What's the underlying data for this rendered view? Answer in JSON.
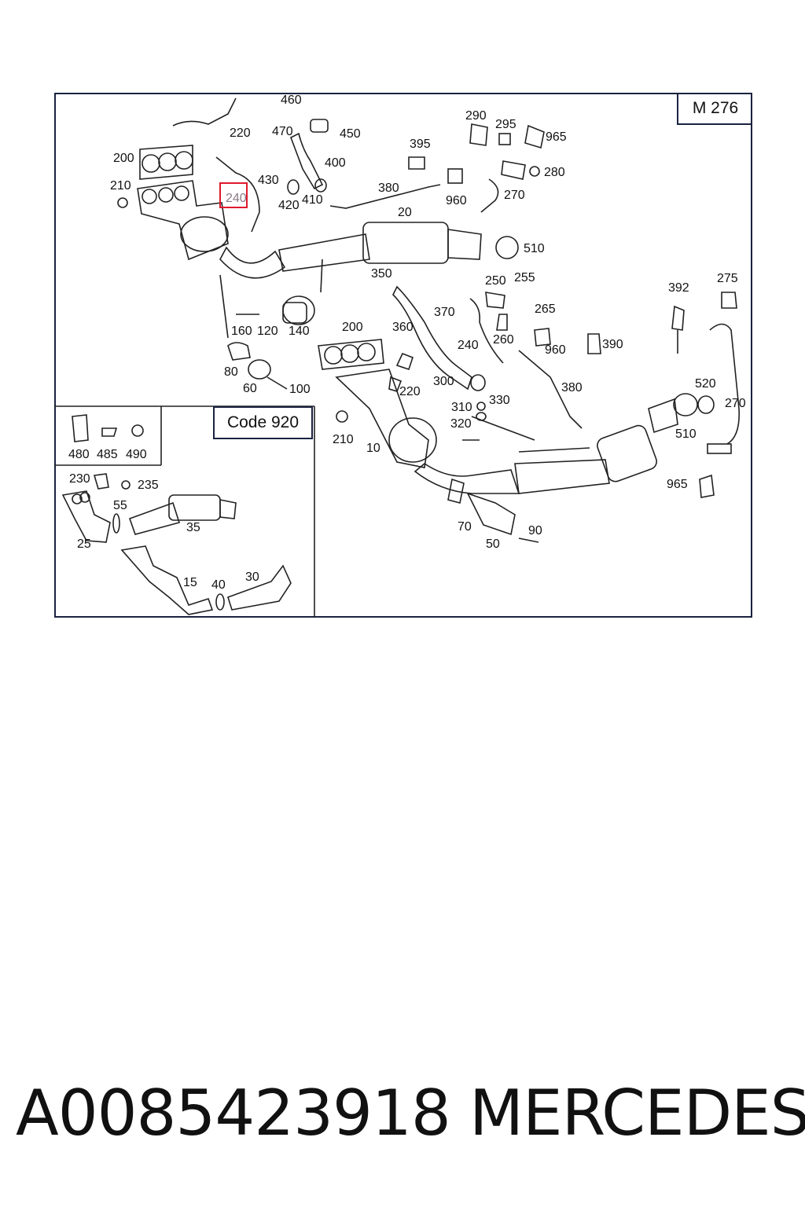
{
  "diagram": {
    "engine_code": "M 276",
    "option_code": "Code 920",
    "highlighted_label": "240",
    "callouts": {
      "c460": "460",
      "c220a": "220",
      "c470": "470",
      "c450": "450",
      "c200a": "200",
      "c400": "400",
      "c210a": "210",
      "c430": "430",
      "c240a": "240",
      "c420": "420",
      "c410": "410",
      "c290": "290",
      "c295": "295",
      "c965a": "965",
      "c395": "395",
      "c280": "280",
      "c380a": "380",
      "c960a": "960",
      "c270a": "270",
      "c20": "20",
      "c510a": "510",
      "c350": "350",
      "c250": "250",
      "c255": "255",
      "c392": "392",
      "c275": "275",
      "c370": "370",
      "c265": "265",
      "c160": "160",
      "c120": "120",
      "c140": "140",
      "c360": "360",
      "c200b": "200",
      "c260": "260",
      "c390": "390",
      "c240b": "240",
      "c960b": "960",
      "c80": "80",
      "c300": "300",
      "c220b": "220",
      "c380b": "380",
      "c60": "60",
      "c100": "100",
      "c520": "520",
      "c310": "310",
      "c330": "330",
      "c270b": "270",
      "c320": "320",
      "c210b": "210",
      "c510b": "510",
      "c10": "10",
      "c480": "480",
      "c485": "485",
      "c490": "490",
      "c230": "230",
      "c235": "235",
      "c55": "55",
      "c35": "35",
      "c25": "25",
      "c15": "15",
      "c40": "40",
      "c30": "30",
      "c70": "70",
      "c90": "90",
      "c50": "50",
      "c965b": "965"
    }
  },
  "footer": {
    "part_number": "A0085423918",
    "brand": "MERCEDES"
  }
}
